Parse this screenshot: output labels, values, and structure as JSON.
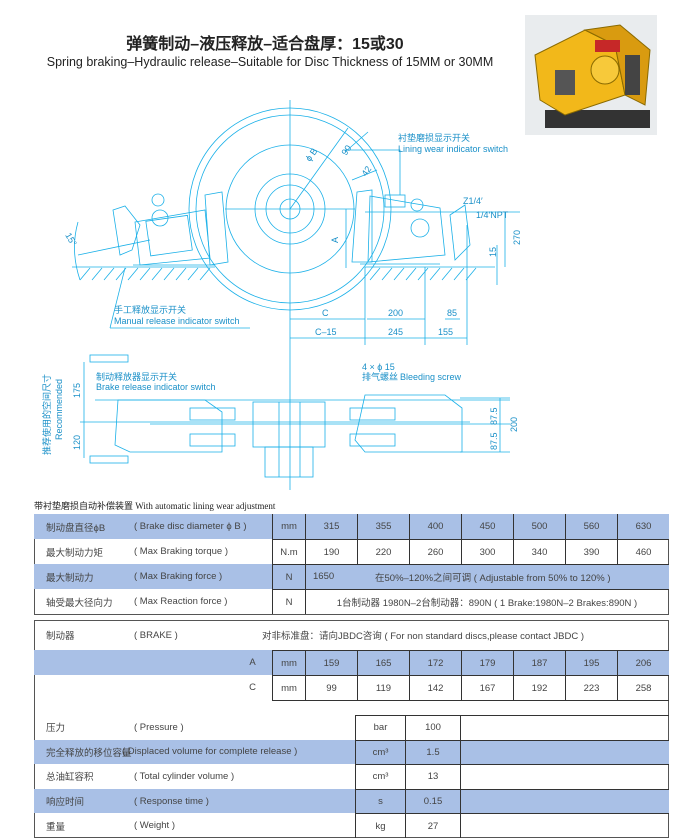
{
  "header": {
    "title_cn": "弹簧制动–液压释放–适合盘厚：15或30",
    "title_en": "Spring braking–Hydraulic release–Suitable for Disc Thickness of 15MM or 30MM"
  },
  "drawing": {
    "lining_wear_cn": "衬垫磨损显示开关",
    "lining_wear_en": "Lining wear indicator switch",
    "manual_release_cn": "手工释放显示开关",
    "manual_release_en": "Manual release indicator switch",
    "brake_release_cn": "制动释放器显示开关",
    "brake_release_en": "Brake release indicator switch",
    "bleeding_cn": "排气螺丝",
    "bleeding_en": "Bleeding screw",
    "holes": "4 × ϕ 15",
    "port1": "Z1/4′",
    "port2": "1/4′NPT",
    "recommended_cn": "推荐使用的空间尺寸",
    "recommended_en": "Recommended",
    "dims": {
      "phiB": "ϕ B",
      "d90": "90",
      "d42": "42",
      "A": "A",
      "d270": "270",
      "d15": "15",
      "C": "C",
      "C15": "C–15",
      "d200": "200",
      "d245": "245",
      "d85": "85",
      "d155": "155",
      "angle": "15°",
      "d175": "175",
      "d120": "120",
      "d875a": "87.5",
      "d875b": "87.5",
      "d200b": "200"
    }
  },
  "table1": {
    "caption": "带衬垫磨损自动补偿装置   With automatic lining wear adjustment",
    "rows": [
      {
        "cn": "制动盘直径ϕB",
        "en": "( Brake disc diameter ϕ B )",
        "unit": "mm",
        "values": [
          "315",
          "355",
          "400",
          "450",
          "500",
          "560",
          "630"
        ],
        "shaded": true
      },
      {
        "cn": "最大制动力矩",
        "en": "( Max Braking torque )",
        "unit": "N.m",
        "values": [
          "190",
          "220",
          "260",
          "300",
          "340",
          "390",
          "460"
        ],
        "shaded": false
      },
      {
        "cn": "最大制动力",
        "en": "( Max Braking force )",
        "unit": "N",
        "value": "1650",
        "note": "在50%–120%之间可调  ( Adjustable from 50% to 120% )",
        "shaded": true
      },
      {
        "cn": "轴受最大径向力",
        "en": "( Max Reaction force )",
        "unit": "N",
        "note": "1台制动器 1980N–2台制动器：890N  ( 1 Brake:1980N–2 Brakes:890N )",
        "shaded": false
      }
    ]
  },
  "table2": {
    "brake_cn": "制动器",
    "brake_en": "( BRAKE )",
    "nonstandard": "对非标准盘：请向JBDC咨询 ( For non standard discs,please contact JBDC )",
    "dims": [
      {
        "label": "A",
        "unit": "mm",
        "values": [
          "159",
          "165",
          "172",
          "179",
          "187",
          "195",
          "206"
        ],
        "shaded": true
      },
      {
        "label": "C",
        "unit": "mm",
        "values": [
          "99",
          "119",
          "142",
          "167",
          "192",
          "223",
          "258"
        ],
        "shaded": false
      }
    ],
    "specs": [
      {
        "cn": "压力",
        "en": "( Pressure )",
        "unit": "bar",
        "value": "100",
        "shaded": false
      },
      {
        "cn": "完全释放的移位容量",
        "en": "( Displaced volume for complete release )",
        "unit": "cm³",
        "value": "1.5",
        "shaded": true
      },
      {
        "cn": "总油缸容积",
        "en": "( Total cylinder volume )",
        "unit": "cm³",
        "value": "13",
        "shaded": false
      },
      {
        "cn": "响应时间",
        "en": "( Response time )",
        "unit": "s",
        "value": "0.15",
        "shaded": true
      },
      {
        "cn": "重量",
        "en": "( Weight )",
        "unit": "kg",
        "value": "27",
        "shaded": false
      }
    ]
  },
  "colors": {
    "line": "#1ab0e8",
    "shade": "#a9c0e6",
    "photo": "#f2b81a"
  }
}
